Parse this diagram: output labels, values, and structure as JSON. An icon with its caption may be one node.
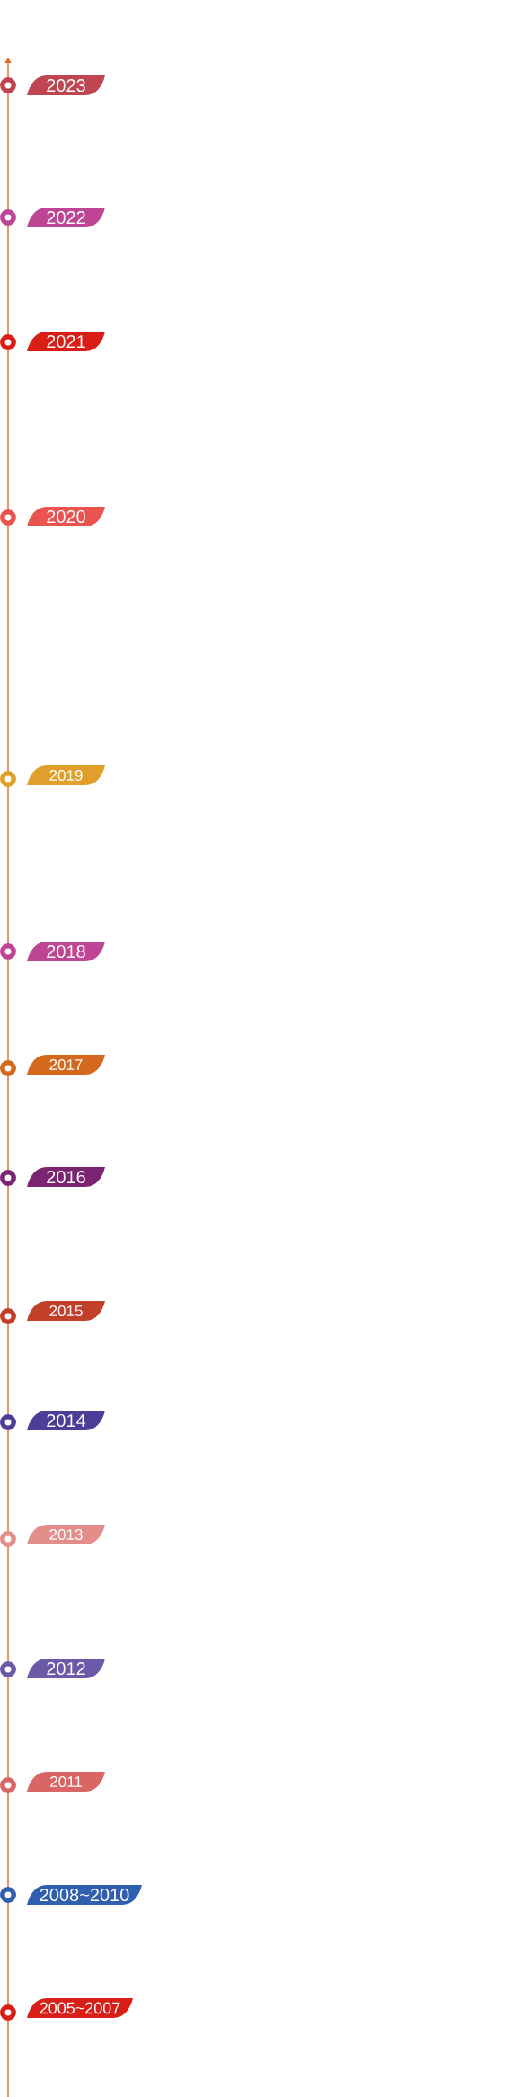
{
  "diagram": {
    "nodes": [
      {
        "text": [
          "2023"
        ]
      },
      {
        "text": [
          "2022"
        ]
      },
      {
        "text": [
          "2021"
        ]
      },
      {
        "text": [
          "2020"
        ]
      },
      {
        "text": [
          "2019"
        ]
      },
      {
        "text": [
          "2018"
        ]
      },
      {
        "text": [
          "2017"
        ]
      },
      {
        "text": [
          "2016"
        ]
      },
      {
        "text": [
          "2015"
        ]
      },
      {
        "text": [
          "2014"
        ]
      },
      {
        "text": [
          "2013"
        ]
      },
      {
        "text": [
          "2012"
        ]
      },
      {
        "text": [
          "2011"
        ]
      },
      {
        "text": [
          "2008~2010"
        ]
      },
      {
        "text": [
          "2005~2007"
        ]
      }
    ]
  }
}
